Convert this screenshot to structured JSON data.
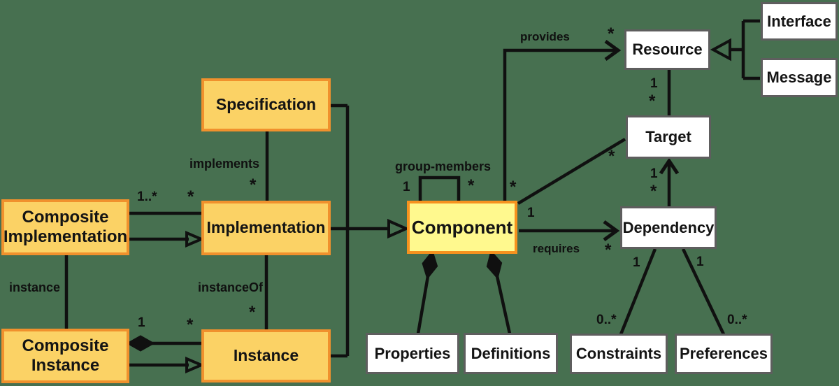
{
  "nodes": {
    "specification": {
      "label": "Specification"
    },
    "composite_implementation": {
      "label": "Composite Implementation"
    },
    "implementation": {
      "label": "Implementation"
    },
    "composite_instance": {
      "label": "Composite Instance"
    },
    "instance": {
      "label": "Instance"
    },
    "component": {
      "label": "Component"
    },
    "resource": {
      "label": "Resource"
    },
    "interface": {
      "label": "Interface"
    },
    "message": {
      "label": "Message"
    },
    "target": {
      "label": "Target"
    },
    "dependency": {
      "label": "Dependency"
    },
    "properties": {
      "label": "Properties"
    },
    "definitions": {
      "label": "Definitions"
    },
    "constraints": {
      "label": "Constraints"
    },
    "preferences": {
      "label": "Preferences"
    }
  },
  "edge_labels": {
    "implements": "implements",
    "instance_of": "instanceOf",
    "instance": "instance",
    "group_members": "group-members",
    "provides": "provides",
    "requires": "requires"
  },
  "multiplicities": {
    "one": "1",
    "many": "*",
    "one_or_more": "1..*",
    "zero_or_more": "0..*"
  },
  "colors": {
    "background": "#477050",
    "entity_fill": "#FBD265",
    "entity_border": "#F0912D",
    "component_fill": "#FFF98E",
    "component_border": "#F6921E",
    "plain_fill": "#FFFFFF",
    "plain_border": "#5E5E5E",
    "line": "#101010"
  }
}
